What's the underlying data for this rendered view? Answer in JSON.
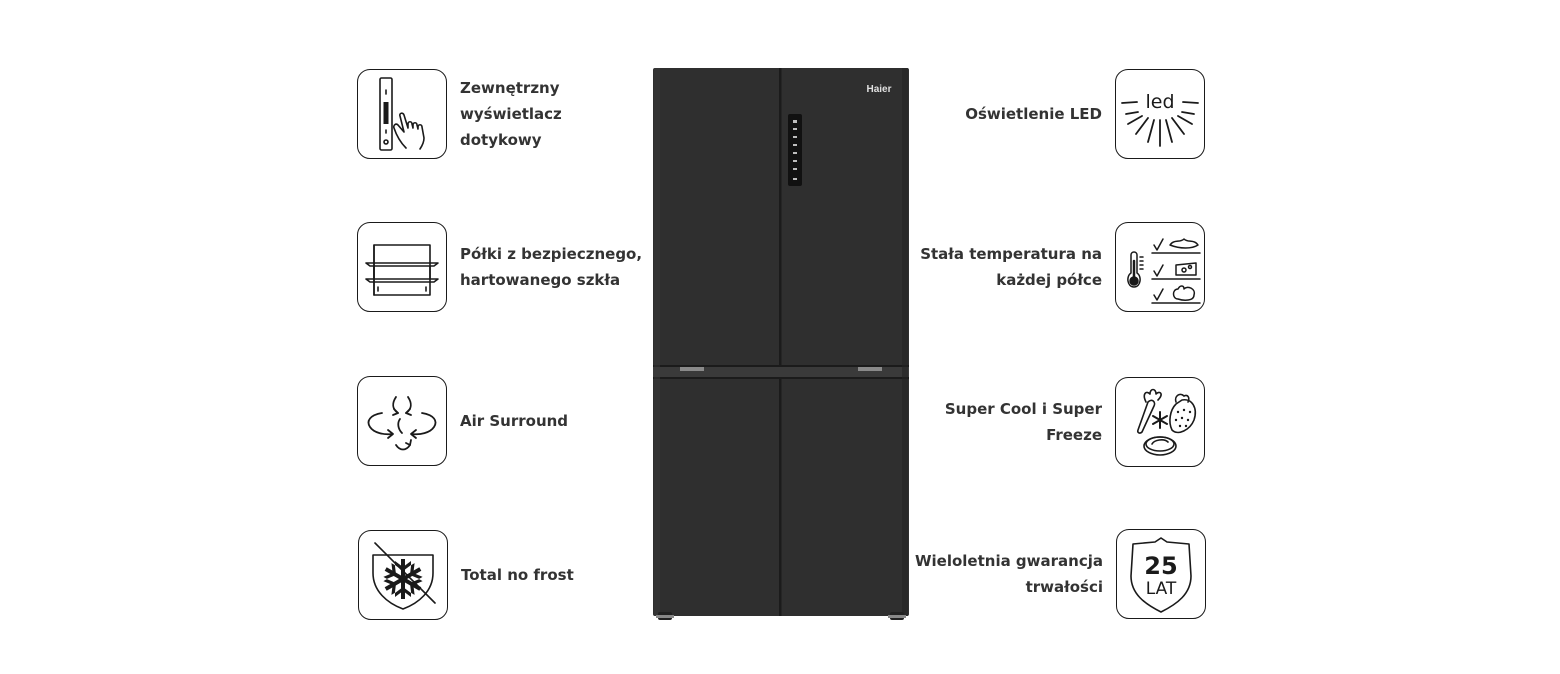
{
  "features_left": [
    {
      "icon": "touch-display-icon",
      "lines": [
        "Zewnętrzny",
        "wyświetlacz",
        "dotykowy"
      ]
    },
    {
      "icon": "glass-shelves-icon",
      "lines": [
        "Półki z bezpiecznego,",
        "hartowanego szkła"
      ]
    },
    {
      "icon": "air-surround-icon",
      "lines": [
        "Air Surround"
      ]
    },
    {
      "icon": "no-frost-icon",
      "lines": [
        "Total no frost"
      ]
    }
  ],
  "features_right": [
    {
      "icon": "led-light-icon",
      "lines": [
        "Oświetlenie LED"
      ],
      "icon_text": "led"
    },
    {
      "icon": "stable-temperature-icon",
      "lines": [
        "Stała temperatura na",
        "każdej półce"
      ]
    },
    {
      "icon": "super-cool-freeze-icon",
      "lines": [
        "Super Cool i Super",
        "Freeze"
      ]
    },
    {
      "icon": "warranty-shield-icon",
      "lines": [
        "Wieloletnia gwarancja",
        "trwałości"
      ],
      "icon_text": [
        "25",
        "LAT"
      ]
    }
  ],
  "product": {
    "brand": "Haier",
    "body_color": "#2f2f2f",
    "gap_color": "#1b1b1b"
  }
}
